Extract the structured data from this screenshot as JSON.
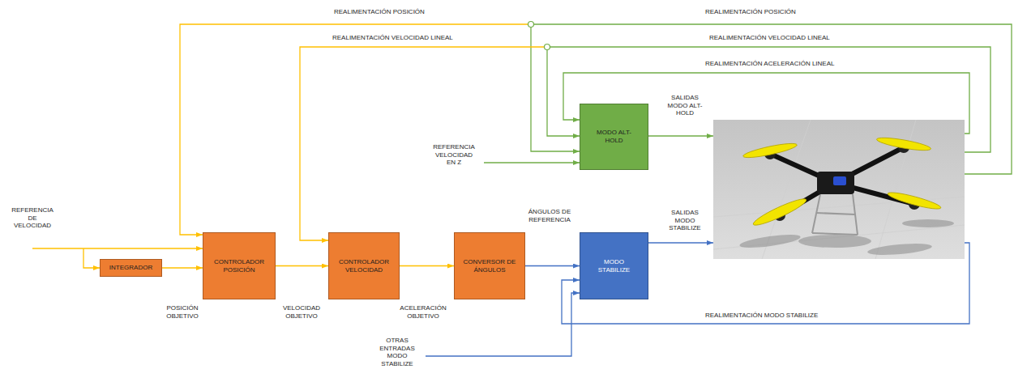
{
  "diagram": {
    "nodes": [
      {
        "text": [
          "MODO ALT-HOLD"
        ]
      },
      {
        "text": [
          "INTEGRADOR"
        ]
      },
      {
        "text": [
          "CONTROLADOR POSICIÓN"
        ]
      },
      {
        "text": [
          "CONTROLADOR VELOCIDAD"
        ]
      },
      {
        "text": [
          "CONVERSOR DE ÁNGULOS"
        ]
      },
      {
        "text": [
          "MODO STABILIZE"
        ]
      }
    ],
    "edges": [
      {
        "from": 1,
        "to": 2,
        "arrow": "to",
        "label": "POSICIÓN OBJETIVO"
      },
      {
        "from": 2,
        "to": 3,
        "arrow": "to",
        "label": "VELOCIDAD OBJETIVO"
      },
      {
        "from": 3,
        "to": 4,
        "arrow": "to",
        "label": "ACELERACIÓN OBJETIVO"
      },
      {
        "from": 4,
        "to": 5,
        "arrow": "to",
        "label": "ÁNGULOS DE REFERENCIA"
      }
    ],
    "labels": [
      "REALIMENTACIÓN POSICIÓN",
      "REALIMENTACIÓN POSICIÓN",
      "REALIMENTACIÓN VELOCIDAD LINEAL",
      "REALIMENTACIÓN VELOCIDAD LINEAL",
      "REALIMENTACIÓN ACELERACIÓN LINEAL",
      "SALIDAS MODO ALT-HOLD",
      "REFERENCIA VELOCIDAD EN Z",
      "REFERENCIA DE VELOCIDAD",
      "SALIDAS MODO STABILIZE",
      "REALIMENTACIÓN MODO STABILIZE",
      "OTRAS ENTRADAS MODO STABILIZE"
    ]
  }
}
